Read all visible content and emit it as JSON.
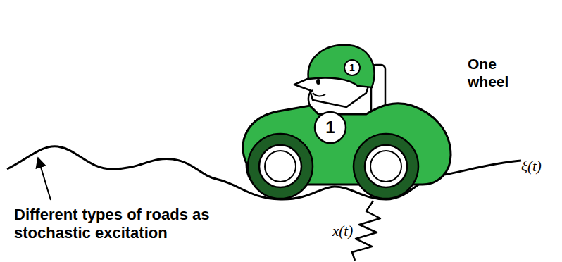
{
  "diagram": {
    "labels": [
      "1",
      "One wheel",
      "1",
      "Different types of roads as stochastic excitation",
      "ξ(t)",
      "x(t)"
    ]
  }
}
